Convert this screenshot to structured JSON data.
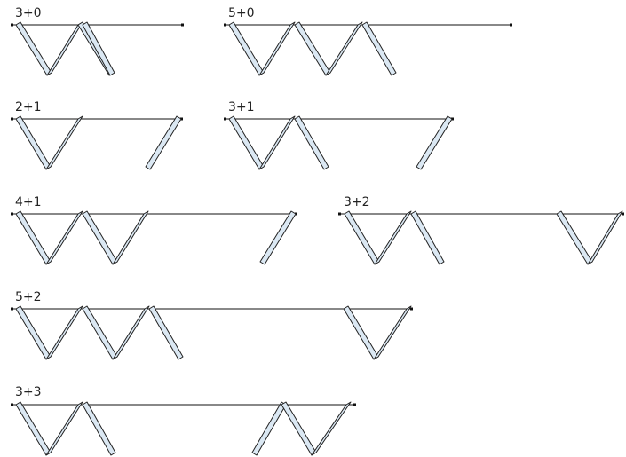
{
  "colors": {
    "background": "#ffffff",
    "plank_fill": "#dbe8f3",
    "outline": "#222222",
    "rail": "#111111"
  },
  "diagrams": [
    {
      "label": "3+0"
    },
    {
      "label": "5+0"
    },
    {
      "label": "2+1"
    },
    {
      "label": "3+1"
    },
    {
      "label": "4+1"
    },
    {
      "label": "3+2"
    },
    {
      "label": "5+2"
    },
    {
      "label": "3+3"
    }
  ]
}
